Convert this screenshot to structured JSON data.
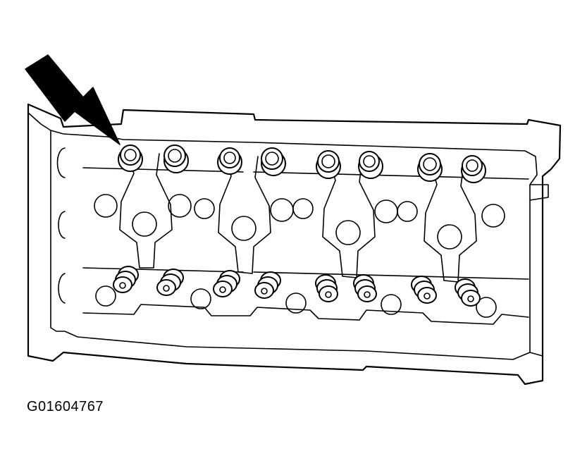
{
  "figure_id": "G01604767",
  "colors": {
    "line": "#000000",
    "background": "#ffffff"
  },
  "icons": {
    "pointer": "arrow-pointer-icon"
  },
  "upper_row_count": 8,
  "lower_row_count": 8
}
